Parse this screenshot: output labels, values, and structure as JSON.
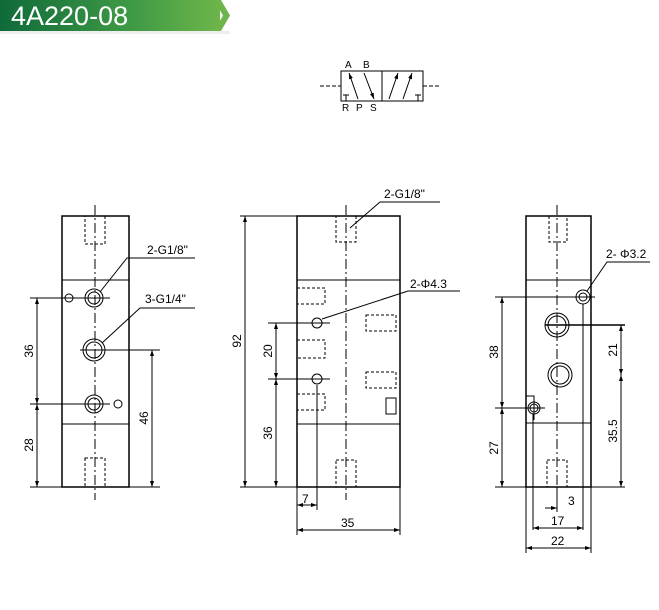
{
  "header": {
    "title": "4A220-08",
    "accent": "#2e8b44"
  },
  "symbol": {
    "ports_top": [
      "A",
      "B"
    ],
    "ports_bottom": [
      "R",
      "P",
      "S"
    ]
  },
  "left_view": {
    "labels": {
      "port_small": "2-G1/8\"",
      "port_large": "3-G1/4\""
    },
    "dims": {
      "d36": "36",
      "d28": "28",
      "d46": "46"
    }
  },
  "middle_view": {
    "labels": {
      "port": "2-G1/8\"",
      "hole": "2-Φ4.3"
    },
    "dims": {
      "d92": "92",
      "d20": "20",
      "d36": "36",
      "d7": "7",
      "d35": "35"
    }
  },
  "right_view": {
    "labels": {
      "hole": "2- Φ3.2"
    },
    "dims": {
      "d38": "38",
      "d27": "27",
      "d21": "21",
      "d35_5": "35.5",
      "d3": "3",
      "d17": "17",
      "d22": "22"
    }
  }
}
